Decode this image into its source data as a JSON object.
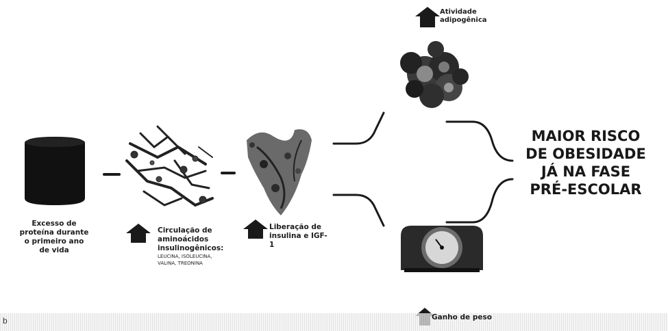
{
  "steps": {
    "protein": {
      "lines": [
        "Excesso de",
        "proteína durante",
        "o primeiro ano",
        "de vida"
      ]
    },
    "amino": {
      "lines": [
        "Circulação de",
        "aminoácidos",
        "insulinogênicos:"
      ],
      "detail_lines": [
        "LEUCINA, ISOLEUCINA,",
        "VALINA, TREONINA"
      ],
      "icon": "up-arrow-house-icon"
    },
    "insulin": {
      "lines": [
        "Liberação de",
        "insulina e IGF-1"
      ],
      "icon": "up-arrow-house-icon"
    },
    "adipogenic": {
      "lines": [
        "Atividade",
        "adipogênica"
      ],
      "icon": "up-arrow-house-icon"
    },
    "weight": {
      "label": "Ganho de peso",
      "icon": "up-arrow-house-icon"
    }
  },
  "result": {
    "lines": [
      "MAIOR RISCO",
      "DE OBESIDADE",
      "JÁ NA FASE",
      "PRÉ-ESCOLAR"
    ]
  },
  "corner_mark": "b",
  "colors": {
    "ink": "#1a1a1a",
    "background": "#ffffff"
  }
}
